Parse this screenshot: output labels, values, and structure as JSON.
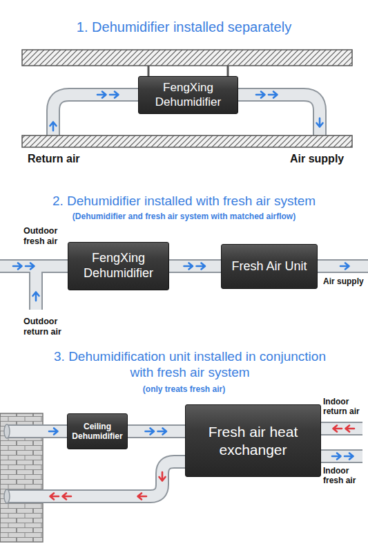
{
  "diagram": {
    "nodes": [
      {
        "text": [
          "FengXing Dehumidifier"
        ]
      },
      {
        "text": [
          "FengXing Dehumidifier"
        ]
      },
      {
        "text": [
          "Fresh Air Unit"
        ]
      },
      {
        "text": [
          "Ceiling Dehumidifier"
        ]
      },
      {
        "text": [
          "Fresh air heat exchanger"
        ]
      }
    ],
    "edges": [
      {
        "from": 1,
        "to": 2,
        "arrow": "to"
      },
      {
        "from": 3,
        "to": 4,
        "arrow": "to"
      }
    ],
    "labels": [
      "1. Dehumidifier installed separately",
      "Return air",
      "Air supply",
      "2. Dehumidifier installed with fresh air system",
      "(Dehumidifier and fresh air system with matched airflow)",
      "Outdoor fresh air",
      "Outdoor return air",
      "Air supply",
      "3. Dehumidification unit installed in conjunction with fresh air system",
      "(only treats fresh air)",
      "Indoor return air",
      "Indoor fresh air"
    ]
  }
}
